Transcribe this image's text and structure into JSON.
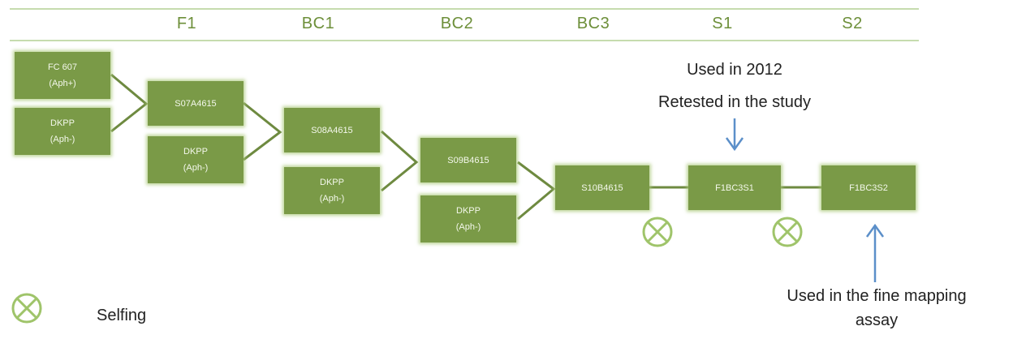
{
  "generations": [
    "F1",
    "BC1",
    "BC2",
    "BC3",
    "S1",
    "S2"
  ],
  "boxes": {
    "fc607": {
      "line1": "FC 607",
      "line2": "(Aph+)"
    },
    "dkpp_p1": {
      "line1": "DKPP",
      "line2": "(Aph-)"
    },
    "s07a": "S07A4615",
    "dkpp_p2": {
      "line1": "DKPP",
      "line2": "(Aph-)"
    },
    "s08a": "S08A4615",
    "dkpp_p3": {
      "line1": "DKPP",
      "line2": "(Aph-)"
    },
    "s09b": "S09B4615",
    "dkpp_p4": {
      "line1": "DKPP",
      "line2": "(Aph-)"
    },
    "s10b": "S10B4615",
    "f1bcs1": "F1BC3S1",
    "f1bcs2": "F1BC3S2"
  },
  "annotations": {
    "s1_line1": "Used in 2012",
    "s1_line2": "Retested in the study",
    "s2_line1": "Used in the fine mapping",
    "s2_line2": "assay"
  },
  "legend": {
    "selfing": "Selfing"
  },
  "colors": {
    "box": "#7a9a47",
    "line": "#6e8a40",
    "arrow": "#5b8fc9",
    "selfing": "#9fc46a"
  }
}
